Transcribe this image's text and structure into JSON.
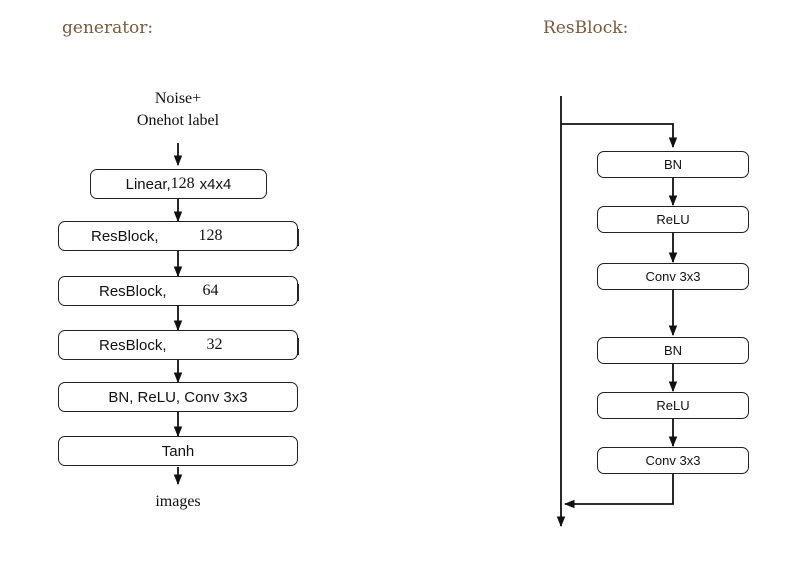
{
  "generator": {
    "title": "generator:",
    "input_line1": "Noise+",
    "input_line2": "Onehot label",
    "output": "images",
    "blocks": [
      {
        "label": "Linear, ",
        "value": "128",
        "suffix": "x4x4"
      },
      {
        "label": "ResBlock,",
        "value": "128"
      },
      {
        "label": "ResBlock,",
        "value": "64"
      },
      {
        "label": "ResBlock,",
        "value": "32"
      },
      {
        "label": "BN, ReLU, Conv 3x3"
      },
      {
        "label": "Tanh"
      }
    ]
  },
  "resblock": {
    "title": "ResBlock:",
    "blocks": [
      "BN",
      "ReLU",
      "Conv 3x3",
      "BN",
      "ReLU",
      "Conv 3x3"
    ]
  }
}
